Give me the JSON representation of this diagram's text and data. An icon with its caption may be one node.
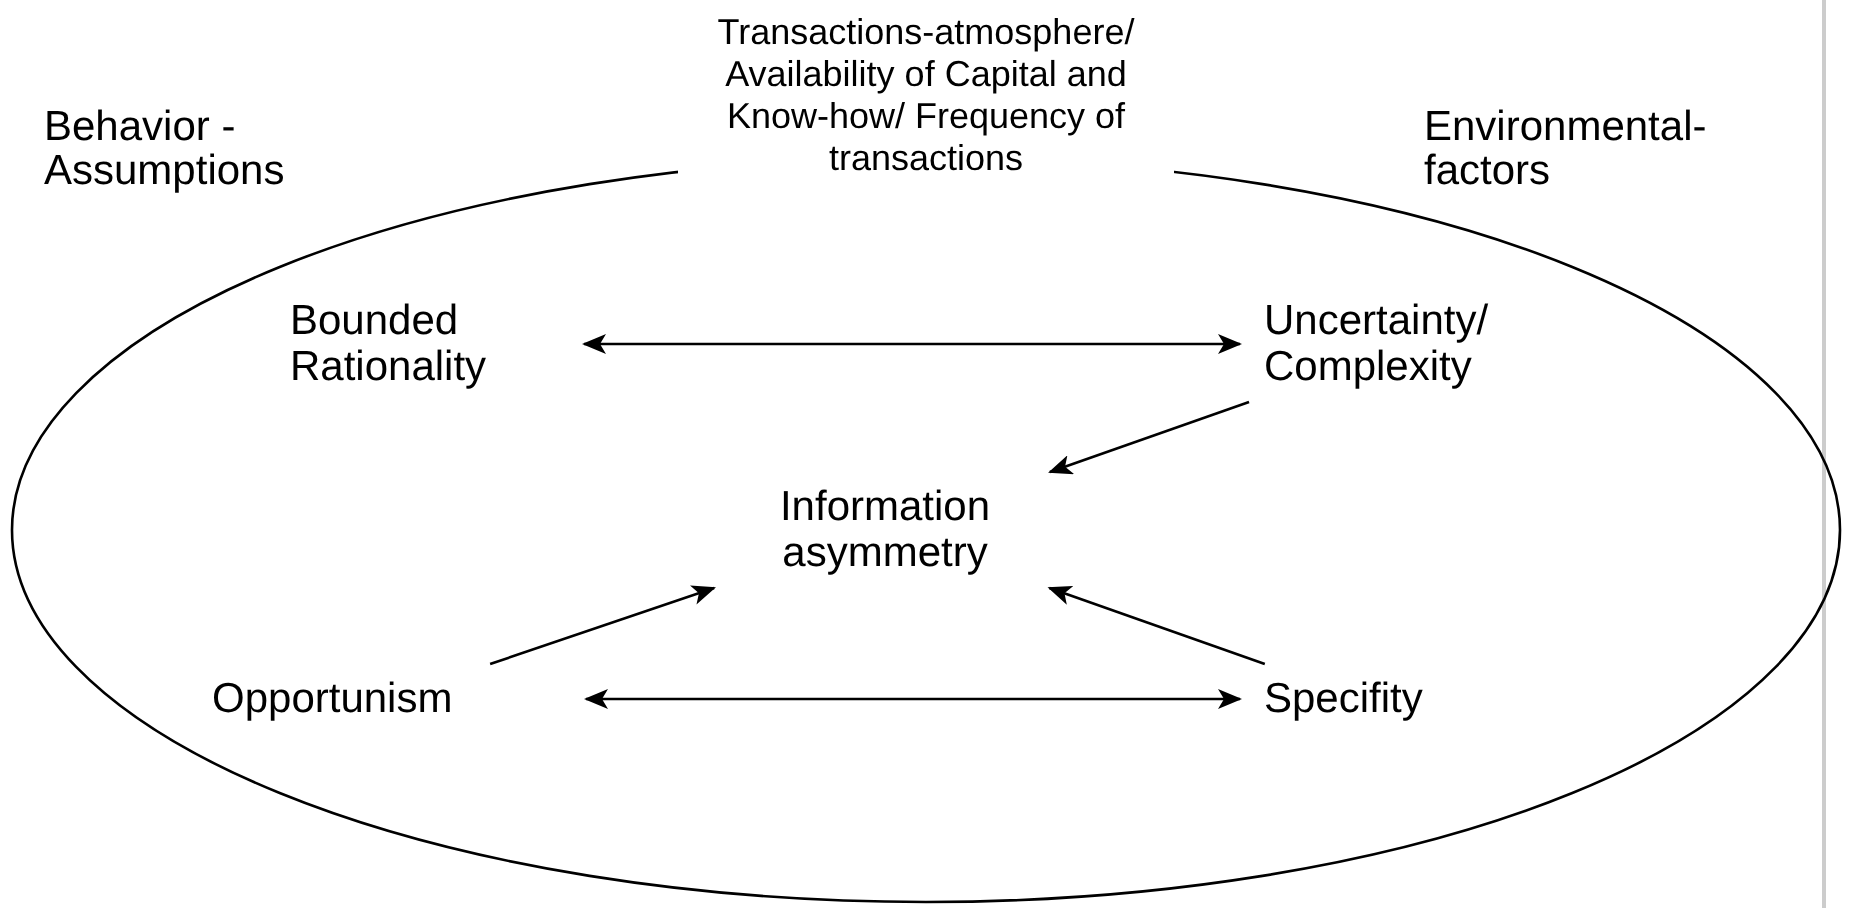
{
  "diagram": {
    "nodes": [
      {
        "text": [
          "Transactions-atmosphere/ Availability of Capital and Know-how/ Frequency of transactions"
        ]
      },
      {
        "text": [
          "Bounded Rationality"
        ],
        "in": 0
      },
      {
        "text": [
          "Uncertainty/ Complexity"
        ],
        "in": 0
      },
      {
        "text": [
          "Information asymmetry"
        ],
        "in": 0
      },
      {
        "text": [
          "Opportunism"
        ],
        "in": 0
      },
      {
        "text": [
          "Specifity"
        ],
        "in": 0
      }
    ],
    "edges": [
      {
        "from": 1,
        "to": 2,
        "arrow": "both"
      },
      {
        "from": 2,
        "to": 3,
        "arrow": "to"
      },
      {
        "from": 4,
        "to": 3,
        "arrow": "to"
      },
      {
        "from": 5,
        "to": 3,
        "arrow": "to"
      },
      {
        "from": 4,
        "to": 5,
        "arrow": "both"
      }
    ],
    "labels": [
      "Behavior - Assumptions",
      "Environmental- factors"
    ]
  }
}
